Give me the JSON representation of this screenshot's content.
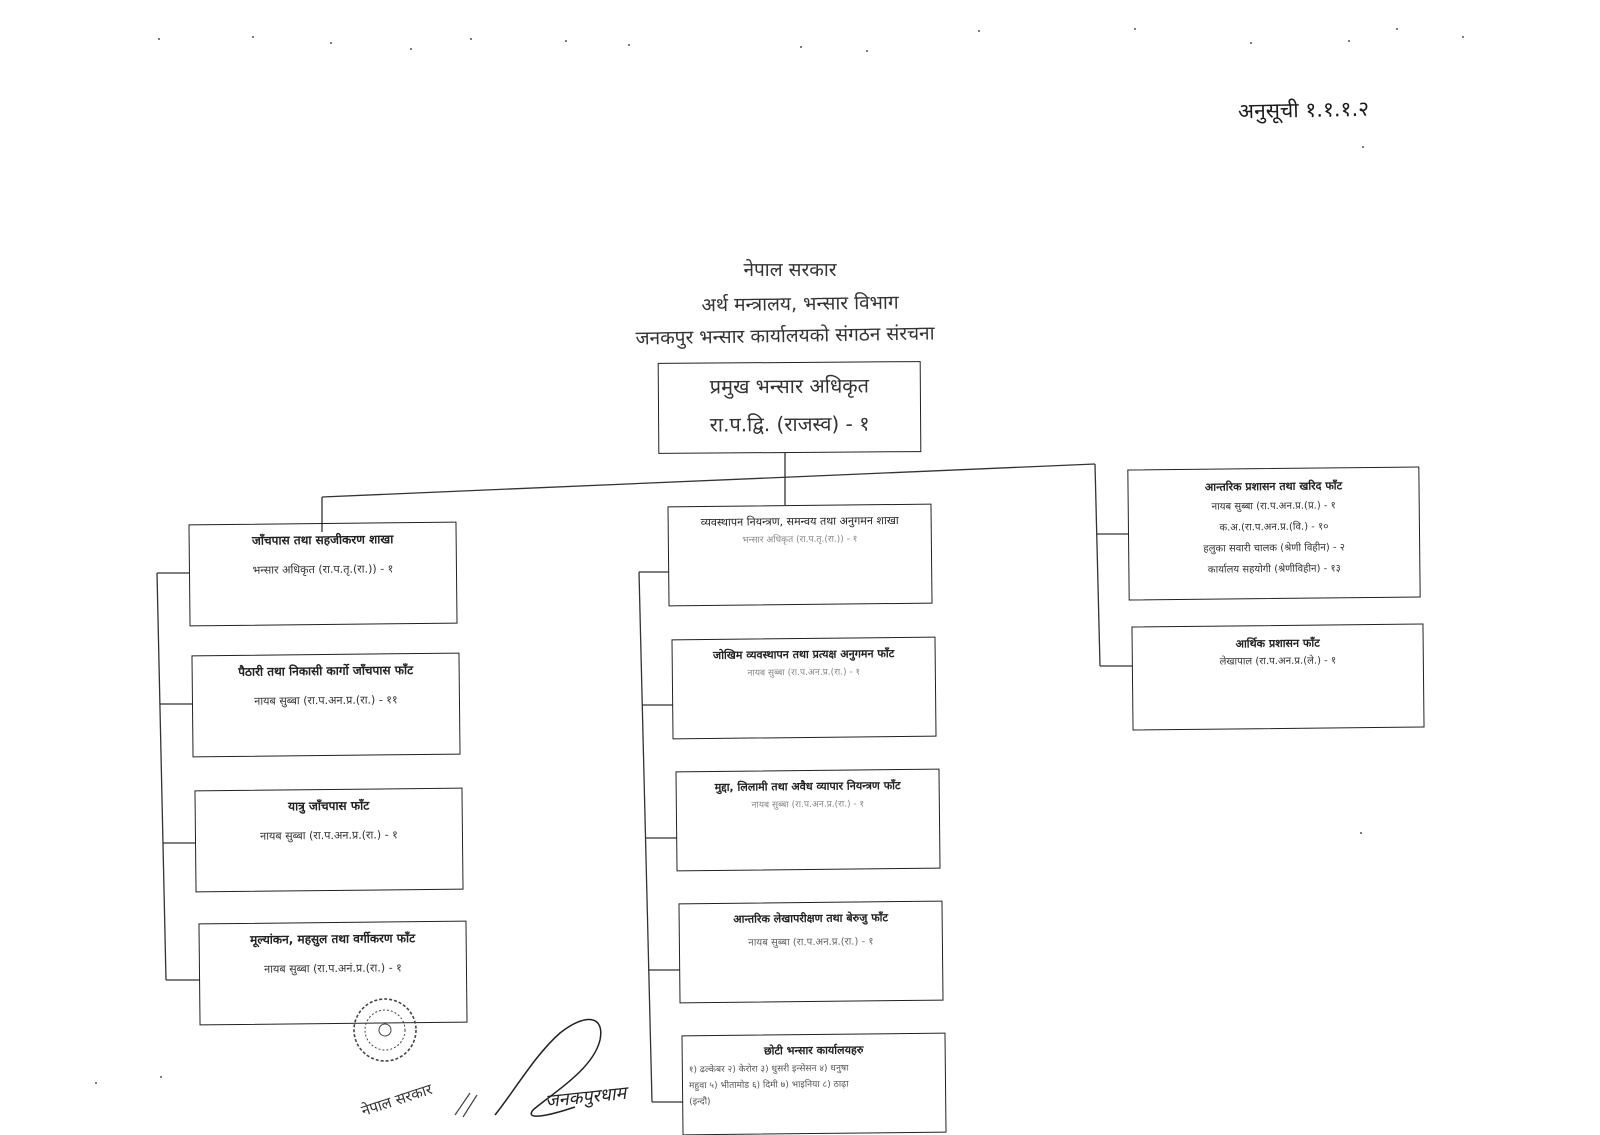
{
  "annex_label": "अनुसूची १.१.१.२",
  "header": {
    "line1": "नेपाल सरकार",
    "line2": "अर्थ मन्त्रालय, भन्सार विभाग",
    "line3": "जनकपुर भन्सार कार्यालयको संगठन संरचना"
  },
  "root": {
    "title": "प्रमुख भन्सार अधिकृत",
    "post": "रा.प.द्वि. (राजस्व) - १"
  },
  "left_column": [
    {
      "title": "जाँचपास तथा सहजीकरण शाखा",
      "posts": [
        "भन्सार अधिकृत (रा.प.तृ.(रा.)) - १"
      ]
    },
    {
      "title": "पैठारी तथा निकासी कार्गो जाँचपास फाँट",
      "posts": [
        "नायब सुब्बा (रा.प.अन.प्र.(रा.) - ११"
      ]
    },
    {
      "title": "यात्रु जाँचपास फाँट",
      "posts": [
        "नायब सुब्बा (रा.प.अन.प्र.(रा.) - १"
      ]
    },
    {
      "title": "मूल्यांकन, महसुल तथा वर्गीकरण फाँट",
      "posts": [
        "नायब सुब्बा (रा.प.अनं.प्र.(रा.) - १"
      ]
    }
  ],
  "middle_column": [
    {
      "title": "व्यवस्थापन नियन्त्रण, समन्वय तथा अनुगमन शाखा",
      "posts": [
        "भन्सार अधिकृत (रा.प.तृ.(रा.)) - १"
      ]
    },
    {
      "title": "जोखिम व्यवस्थापन तथा प्रत्यक्ष अनुगमन फाँट",
      "posts": [
        "नायब सुब्बा (रा.प.अन.प्र.(रा.) - १"
      ]
    },
    {
      "title": "मुद्दा, लिलामी तथा अवैध व्यापार नियन्त्रण फाँट",
      "posts": [
        "नायब सुब्बा (रा.प.अन.प्र.(रा.) - १"
      ]
    },
    {
      "title": "आन्तरिक लेखापरीक्षण तथा बेरुजु फाँट",
      "posts": [
        "नायब सुब्बा (रा.प.अन.प्र.(रा.) - १"
      ]
    },
    {
      "title": "छोटी भन्सार कार्यालयहरु",
      "posts": [
        "१) ढल्केबर २) केरोरा ३) धुसरी इन्सेसन ४) धनुषा",
        "महुवा ५) भीतामोड ६) दिमी ७) भाइनिया ८) ठाढ़ा",
        "(इन्दौ)"
      ]
    }
  ],
  "right_column": [
    {
      "title": "आन्तरिक प्रशासन तथा खरिद फाँट",
      "posts": [
        "नायब सुब्बा (रा.प.अन.प्र.(प्र.) - १",
        "क.अ.(रा.प.अन.प्र.(वि.) - १०",
        "हलुका सवारी चालक (श्रेणी विहीन) - २",
        "कार्यालय सहयोगी (श्रेणीविहीन) - १३"
      ]
    },
    {
      "title": "आर्थिक प्रशासन फाँट",
      "posts": [
        "लेखापाल (रा.प.अन.प्र.(ले.) - १"
      ]
    }
  ],
  "stamp": {
    "seal_text": "नेपाल सरकार",
    "signature_text": "जनकपुरधाम"
  }
}
